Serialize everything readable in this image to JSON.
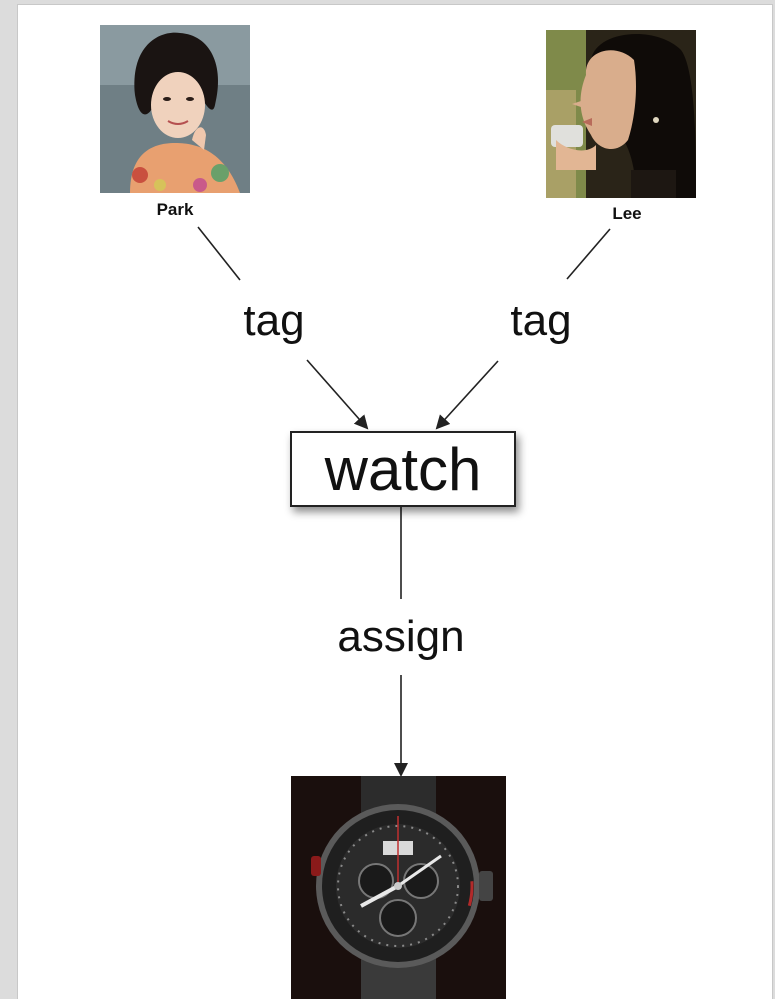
{
  "users": [
    {
      "name": "Park"
    },
    {
      "name": "Lee"
    }
  ],
  "edges": {
    "left_label": "tag",
    "right_label": "tag",
    "bottom_label": "assign"
  },
  "tag_node": {
    "label": "watch"
  },
  "resource": {
    "image": "wristwatch"
  },
  "colors": {
    "line": "#222222",
    "box_border": "#222222",
    "watch_bg": "#1a0f0d"
  }
}
